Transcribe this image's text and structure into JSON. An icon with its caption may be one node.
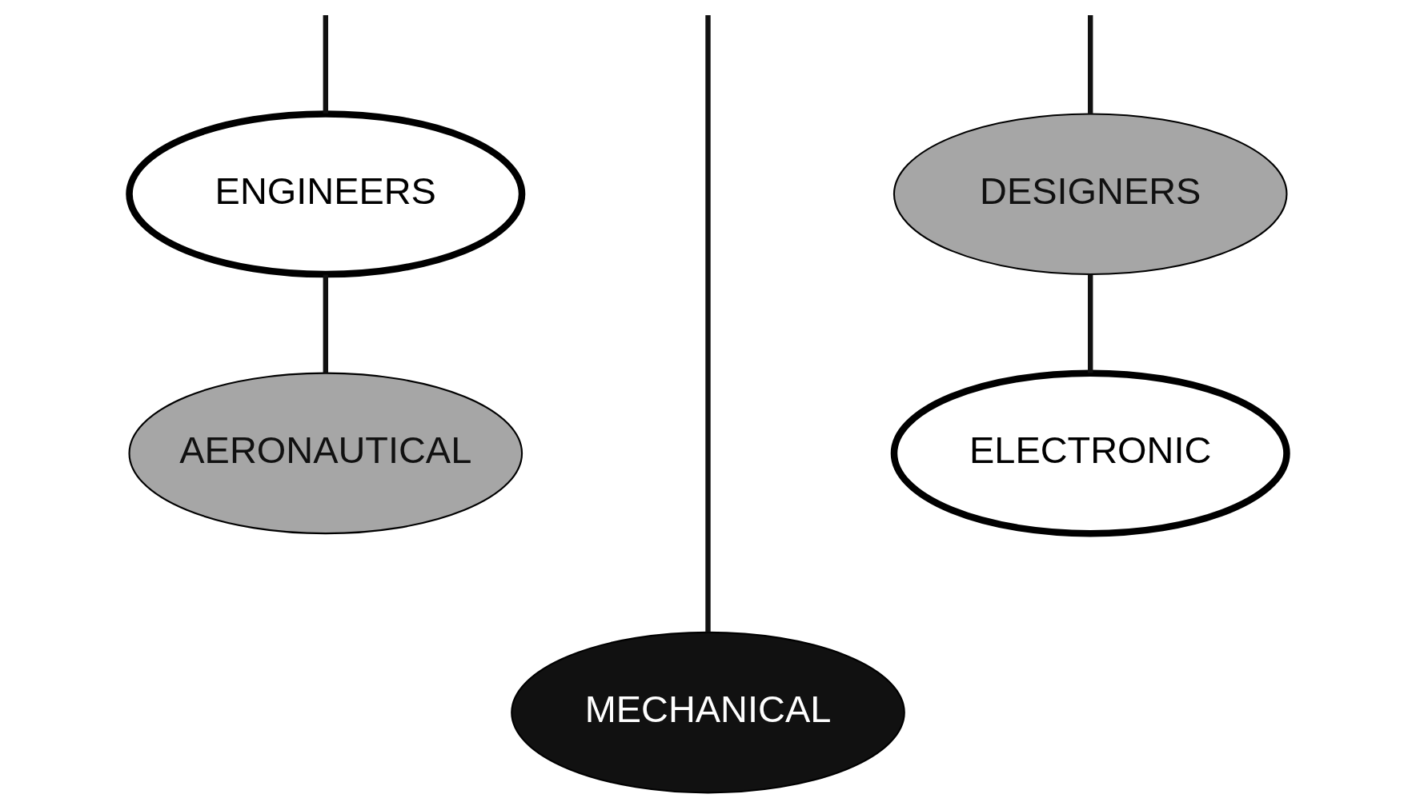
{
  "diagram": {
    "nodes": [
      {
        "text": [
          "ENGINEERS"
        ]
      },
      {
        "text": [
          "DESIGNERS"
        ]
      },
      {
        "text": [
          "MECHANICAL"
        ]
      },
      {
        "text": [
          "AERONAUTICAL"
        ]
      },
      {
        "text": [
          "ELECTRONIC"
        ]
      }
    ],
    "edges": [
      {
        "from": null,
        "to": 0,
        "arrow": "none"
      },
      {
        "from": null,
        "to": 2,
        "arrow": "none"
      },
      {
        "from": null,
        "to": 1,
        "arrow": "none"
      },
      {
        "from": 0,
        "to": 3,
        "arrow": "none"
      },
      {
        "from": 1,
        "to": 4,
        "arrow": "none"
      }
    ]
  }
}
